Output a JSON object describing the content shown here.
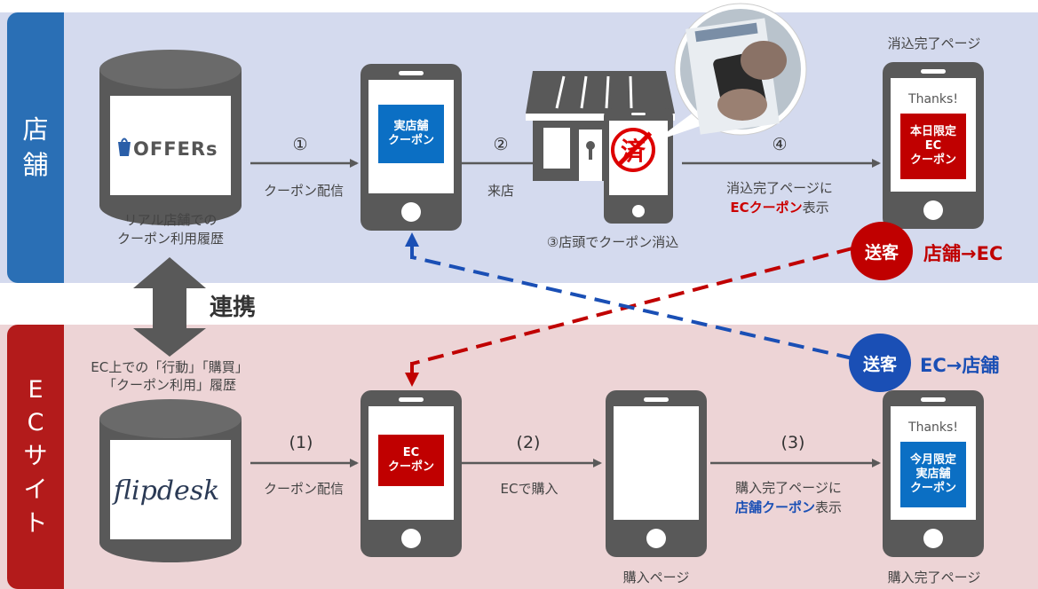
{
  "store_section": {
    "side_label": [
      "店",
      "舗"
    ],
    "logo_text": "OFFERs",
    "db_caption": [
      "リアル店舗での",
      "クーポン利用履歴"
    ],
    "steps": [
      {
        "num": "①",
        "label": "クーポン配信"
      },
      {
        "num": "②",
        "label": "来店"
      },
      {
        "num": "④",
        "label": ""
      }
    ],
    "phone1_coupon": [
      "実店舗",
      "クーポン"
    ],
    "consume_caption": "③店頭でクーポン消込",
    "stamp": "済",
    "complete_page_title": "消込完了ページ",
    "complete_thanks": "Thanks!",
    "complete_coupon": [
      "本日限定",
      "EC",
      "クーポン"
    ],
    "complete_label_line1": "消込完了ページに",
    "complete_label_line2_bold": "ECクーポン",
    "complete_label_line2_rest": "表示"
  },
  "link": {
    "label": "連携"
  },
  "ec_section": {
    "side_label": [
      "E",
      "C",
      "サ",
      "イ",
      "ト"
    ],
    "logo_text": "flipdesk",
    "db_caption": [
      "EC上での「行動」「購買」",
      "「クーポン利用」履歴"
    ],
    "steps": [
      {
        "num": "(1)",
        "label": "クーポン配信"
      },
      {
        "num": "(2)",
        "label": "ECで購入"
      },
      {
        "num": "(3)",
        "label": ""
      }
    ],
    "phone1_coupon": [
      "EC",
      "クーポン"
    ],
    "purchase_page_caption": "購入ページ",
    "complete_thanks": "Thanks!",
    "complete_coupon": [
      "今月限定",
      "実店舗",
      "クーポン"
    ],
    "complete_page_caption": "購入完了ページ",
    "complete_label_line1": "購入完了ページに",
    "complete_label_line2_bold": "店舗クーポン",
    "complete_label_line2_rest": "表示"
  },
  "badges": {
    "store_to_ec": {
      "badge": "送客",
      "text": "店舗→EC",
      "color": "#c00000"
    },
    "ec_to_store": {
      "badge": "送客",
      "text": "EC→店舗",
      "color": "#1a4fb5"
    }
  },
  "colors": {
    "store_band": "#d4daee",
    "ec_band": "#edd4d6",
    "store_tab": "#2a6fb5",
    "ec_tab": "#b31b1b",
    "store_coupon": "#0b6fc4",
    "ec_coupon": "#c00000"
  }
}
